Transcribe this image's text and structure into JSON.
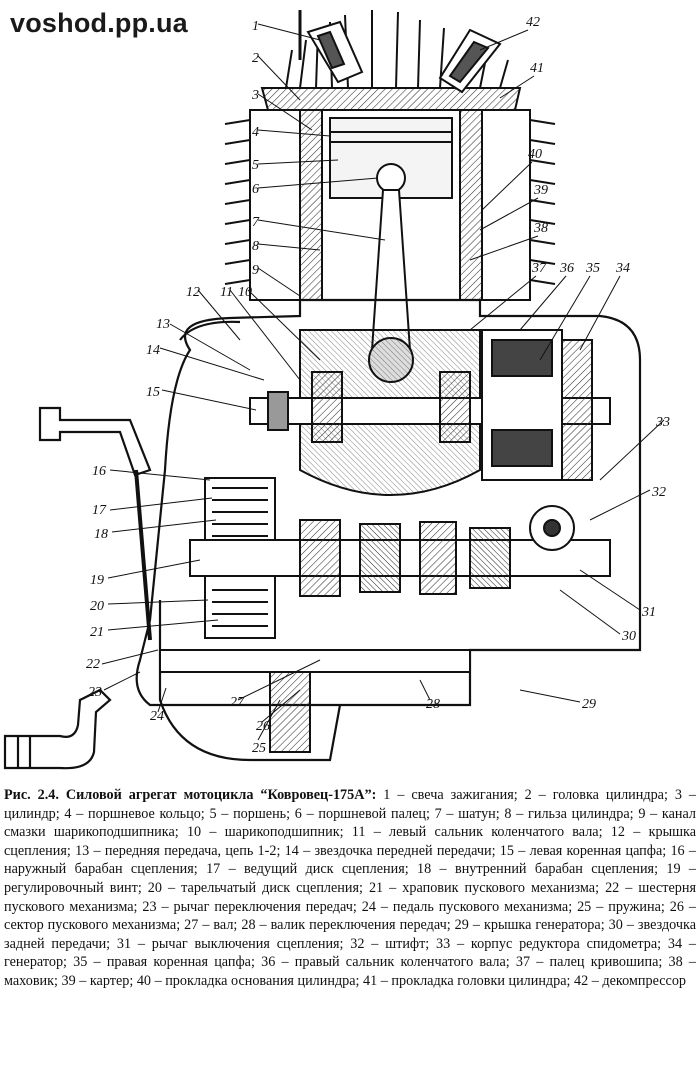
{
  "watermark": "voshod.pp.ua",
  "figure": {
    "callouts": [
      "1",
      "2",
      "3",
      "4",
      "5",
      "6",
      "7",
      "8",
      "9",
      "10",
      "11",
      "12",
      "13",
      "14",
      "15",
      "16",
      "17",
      "18",
      "19",
      "20",
      "21",
      "22",
      "23",
      "24",
      "25",
      "26",
      "27",
      "28",
      "29",
      "30",
      "31",
      "32",
      "33",
      "34",
      "35",
      "36",
      "37",
      "38",
      "39",
      "40",
      "41",
      "42"
    ],
    "caption_title": "Рис. 2.4. Силовой агрегат мотоцикла “Ковровец-175А”:",
    "caption_body": " 1 – свеча зажигания; 2 – головка цилиндра; 3 – цилиндр; 4 – поршневое кольцо; 5 – поршень; 6 – поршневой палец; 7 – шатун; 8 – гильза цилиндра; 9 – канал смазки шарикоподшипника; 10 – шарикоподшипник; 11 – левый сальник коленчатого вала; 12 – крышка сцепления; 13 – передняя передача, цепь 1-2; 14 – звездочка передней передачи; 15 – левая коренная цапфа; 16 – наружный барабан сцепления; 17 – ведущий диск сцепления; 18 – внутренний барабан сцепления; 19 – регулировочный винт; 20 – тарельчатый диск сцепления; 21 – храповик пускового механизма; 22 – шестерня пускового механизма; 23 – рычаг переключения передач; 24 – педаль пускового механизма; 25 – пружина; 26 – сектор пускового механизма; 27 – вал; 28 – валик переключения передач; 29 – крышка генератора; 30 – звездочка задней передачи; 31 – рычаг выключения сцепления; 32 – штифт; 33 – корпус редуктора спидометра; 34 – генератор; 35 – правая коренная цапфа; 36 – правый сальник коленчатого вала; 37 – палец кривошипа; 38 – маховик; 39 – картер; 40 – прокладка основания цилиндра; 41 – прокладка головки цилиндра; 42 – декомпрессор"
  }
}
